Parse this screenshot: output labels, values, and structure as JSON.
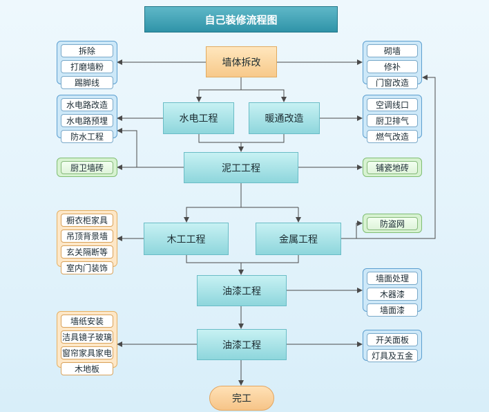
{
  "title": "自己装修流程图",
  "steps": {
    "demolition": "墙体拆改",
    "plumbing": "水电工程",
    "hvac": "暖通改造",
    "masonry": "泥工工程",
    "carpentry": "木工工程",
    "metal": "金属工程",
    "paint1": "油漆工程",
    "paint2": "油漆工程",
    "done": "完工"
  },
  "groups": {
    "demolition_left": [
      "拆除",
      "打磨墙粉",
      "踢脚线"
    ],
    "demolition_right": [
      "砌墙",
      "修补",
      "门窗改造"
    ],
    "plumbing_left": [
      "水电路改造",
      "水电路预埋",
      "防水工程"
    ],
    "hvac_right": [
      "空调线口",
      "厨卫排气",
      "燃气改造"
    ],
    "masonry_left": [
      "厨卫墙砖"
    ],
    "masonry_right": [
      "铺瓷地砖"
    ],
    "carpentry_left": [
      "橱衣柜家具",
      "吊顶背景墙",
      "玄关隔断等",
      "室内门装饰"
    ],
    "metal_right": [
      "防盗网"
    ],
    "paint1_right": [
      "墙面处理",
      "木器漆",
      "墙面漆"
    ],
    "paint2_left": [
      "墙纸安装",
      "洁具镜子玻璃",
      "窗帘家具家电",
      "木地板"
    ],
    "paint2_right": [
      "开关面板",
      "灯具及五金"
    ]
  },
  "colors": {
    "line": "#4a4a4a",
    "step_fill": "#a6e0e4",
    "orange_fill": "#f7c98a",
    "blue_group": "#cde8f8",
    "orange_group": "#fde7c7",
    "green_group": "#d7f2d1"
  }
}
